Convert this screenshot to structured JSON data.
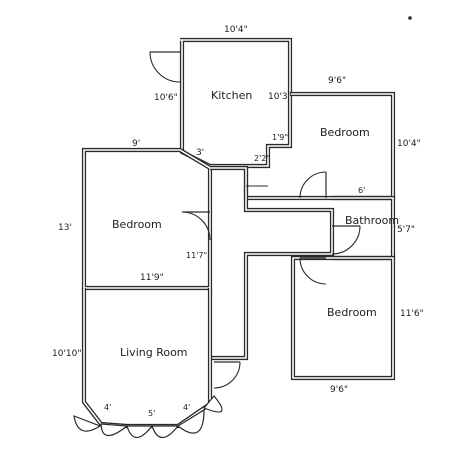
{
  "rooms": {
    "kitchen": "Kitchen",
    "bedroom_ne": "Bedroom",
    "bedroom_w": "Bedroom",
    "bathroom": "Bathroom",
    "bedroom_se": "Bedroom",
    "living_room": "Living Room"
  },
  "dimensions": {
    "kitchen_width": "10'4\"",
    "kitchen_left": "10'6\"",
    "kitchen_right": "10'3\"",
    "kitchen_corner": "3'",
    "kitchen_step_a": "1'9\"",
    "kitchen_step_b": "2'2\"",
    "bedroom_ne_width": "9'6\"",
    "bedroom_ne_right": "10'4\"",
    "bedroom_ne_door": "6'",
    "bedroom_w_width": "9'",
    "bedroom_w_height": "13'",
    "bedroom_w_inner": "11'7\"",
    "bedroom_w_bottom": "11'9\"",
    "bathroom_right": "5'7\"",
    "bedroom_se_right": "11'6\"",
    "bedroom_se_bottom": "9'6\"",
    "living_height": "10'10\"",
    "bay_left": "4'",
    "bay_center": "5'",
    "bay_right": "4'"
  },
  "colors": {
    "ink": "#2a2a2a",
    "paper": "#ffffff"
  }
}
